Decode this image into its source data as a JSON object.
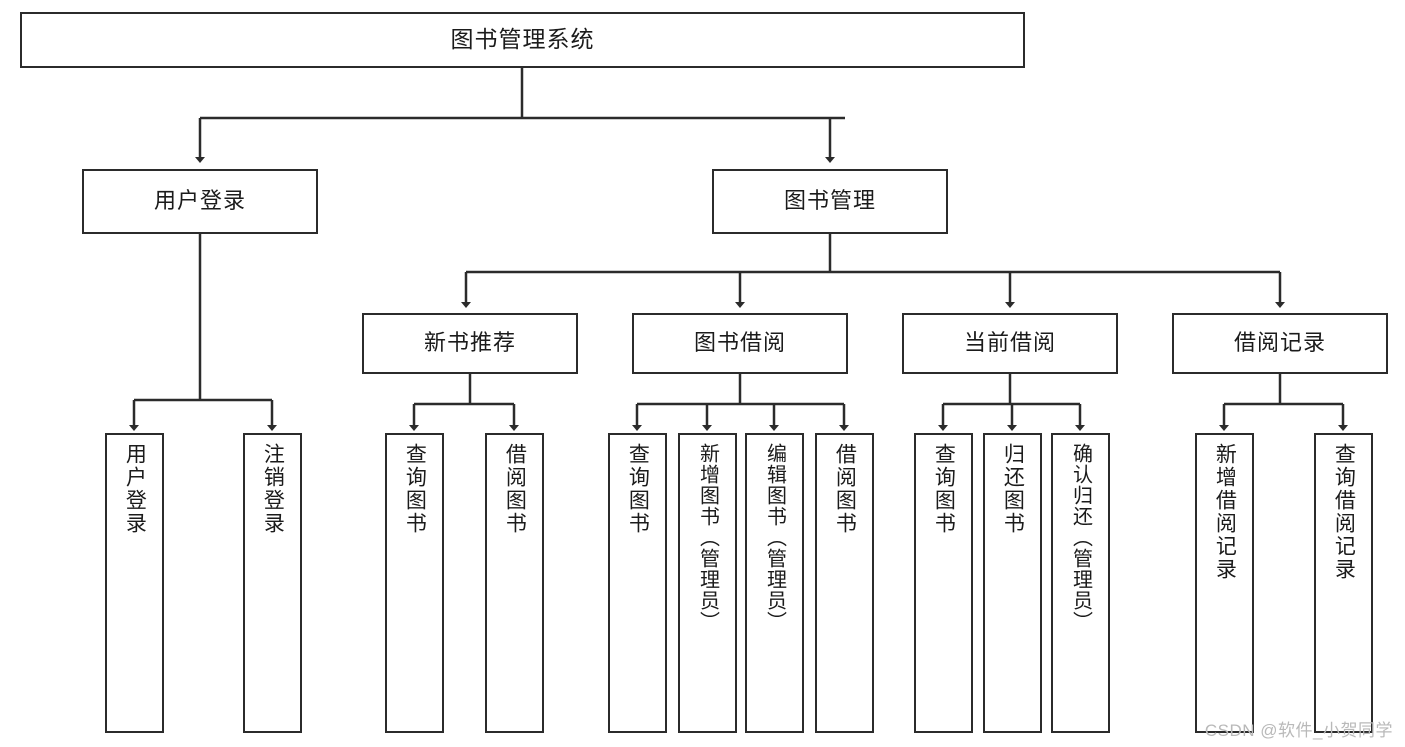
{
  "diagram": {
    "title": "图书管理系统",
    "type": "tree",
    "watermark": "CSDN @软件_小贺同学",
    "colors": {
      "box_border": "#2b2b2b",
      "box_fill": "#ffffff",
      "connector": "#2b2b2b",
      "text": "#1b1b1b",
      "watermark": "#b9b9b9",
      "background": "#ffffff"
    }
  },
  "root": {
    "label": "图书管理系统"
  },
  "level2": [
    {
      "label": "用户登录"
    },
    {
      "label": "图书管理"
    }
  ],
  "level3": [
    {
      "label": "新书推荐"
    },
    {
      "label": "图书借阅"
    },
    {
      "label": "当前借阅"
    },
    {
      "label": "借阅记录"
    }
  ],
  "leaves": {
    "user_login": [
      {
        "label": "用户登录"
      },
      {
        "label": "注销登录"
      }
    ],
    "new_book_recommend": [
      {
        "label": "查询图书"
      },
      {
        "label": "借阅图书"
      }
    ],
    "book_borrow": [
      {
        "label": "查询图书"
      },
      {
        "label": "新增图书（管理员）"
      },
      {
        "label": "编辑图书（管理员）"
      },
      {
        "label": "借阅图书"
      }
    ],
    "current_borrow": [
      {
        "label": "查询图书"
      },
      {
        "label": "归还图书"
      },
      {
        "label": "确认归还（管理员）"
      }
    ],
    "borrow_records": [
      {
        "label": "新增借阅记录"
      },
      {
        "label": "查询借阅记录"
      }
    ]
  }
}
